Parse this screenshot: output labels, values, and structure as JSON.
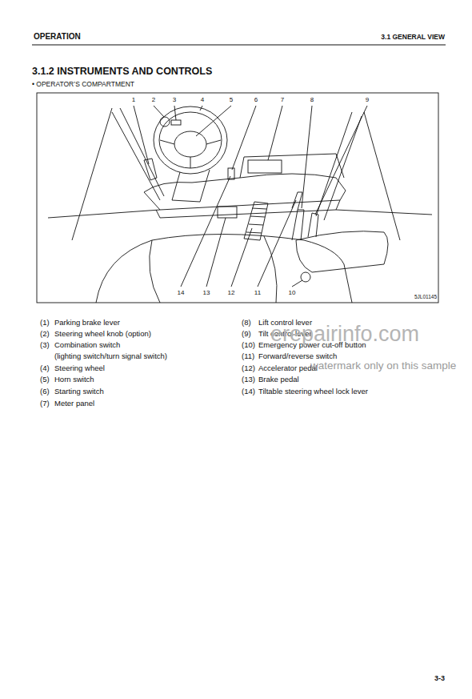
{
  "diagram": {
    "title": "3.1.2 INSTRUMENTS AND CONTROLS",
    "labels": [
      "OPERATION",
      "3.1 GENERAL VIEW",
      "• OPERATOR’S COMPARTMENT",
      "1",
      "2",
      "3",
      "4",
      "5",
      "6",
      "7",
      "8",
      "9",
      "10",
      "11",
      "12",
      "13",
      "14",
      "5JL01145",
      "(1)",
      "Parking brake lever",
      "(2)",
      "Steering wheel knob (option)",
      "(3)",
      "Combination switch",
      "(lighting switch/turn signal switch)",
      "(4)",
      "Steering wheel",
      "(5)",
      "Horn switch",
      "(6)",
      "Starting switch",
      "(7)",
      "Meter panel",
      "(8)",
      "Lift control lever",
      "(9)",
      "Tilt control lever",
      "(10)",
      "Emergency power cut-off button",
      "(11)",
      "Forward/reverse switch",
      "(12)",
      "Accelerator pedal",
      "(13)",
      "Brake pedal",
      "(14)",
      "Tiltable steering wheel lock lever",
      "erepairinfo.com",
      "watermark only on this sample",
      "3-3"
    ]
  }
}
